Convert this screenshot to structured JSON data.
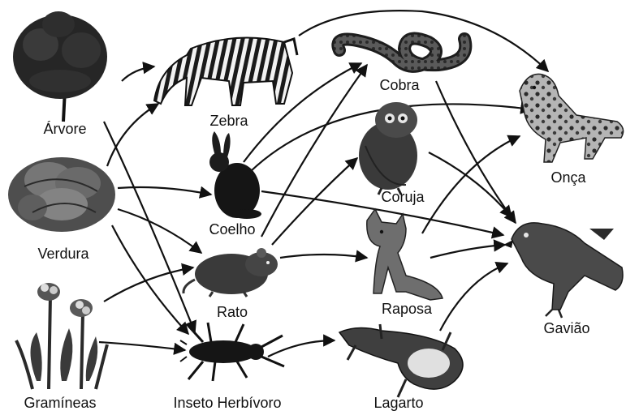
{
  "organisms": {
    "arvore": "Árvore",
    "verdura": "Verdura",
    "gramineas": "Gramíneas",
    "zebra": "Zebra",
    "coelho": "Coelho",
    "rato": "Rato",
    "inseto": "Inseto Herbívoro",
    "cobra": "Cobra",
    "coruja": "Coruja",
    "raposa": "Raposa",
    "lagarto": "Lagarto",
    "onca": "Onça",
    "gaviao": "Gavião"
  },
  "relations": [
    [
      "arvore",
      "zebra"
    ],
    [
      "arvore",
      "inseto"
    ],
    [
      "verdura",
      "zebra"
    ],
    [
      "verdura",
      "coelho"
    ],
    [
      "verdura",
      "rato"
    ],
    [
      "verdura",
      "inseto"
    ],
    [
      "gramineas",
      "rato"
    ],
    [
      "gramineas",
      "inseto"
    ],
    [
      "zebra",
      "onca"
    ],
    [
      "coelho",
      "cobra"
    ],
    [
      "coelho",
      "onca"
    ],
    [
      "coelho",
      "gaviao"
    ],
    [
      "rato",
      "cobra"
    ],
    [
      "rato",
      "coruja"
    ],
    [
      "rato",
      "raposa"
    ],
    [
      "inseto",
      "lagarto"
    ],
    [
      "cobra",
      "gaviao"
    ],
    [
      "coruja",
      "gaviao"
    ],
    [
      "raposa",
      "onca"
    ],
    [
      "raposa",
      "gaviao"
    ],
    [
      "lagarto",
      "gaviao"
    ]
  ],
  "colors": {
    "ink": "#111111",
    "dark": "#2a2a2a",
    "mid": "#6b6b6b",
    "light": "#a8a8a8"
  }
}
